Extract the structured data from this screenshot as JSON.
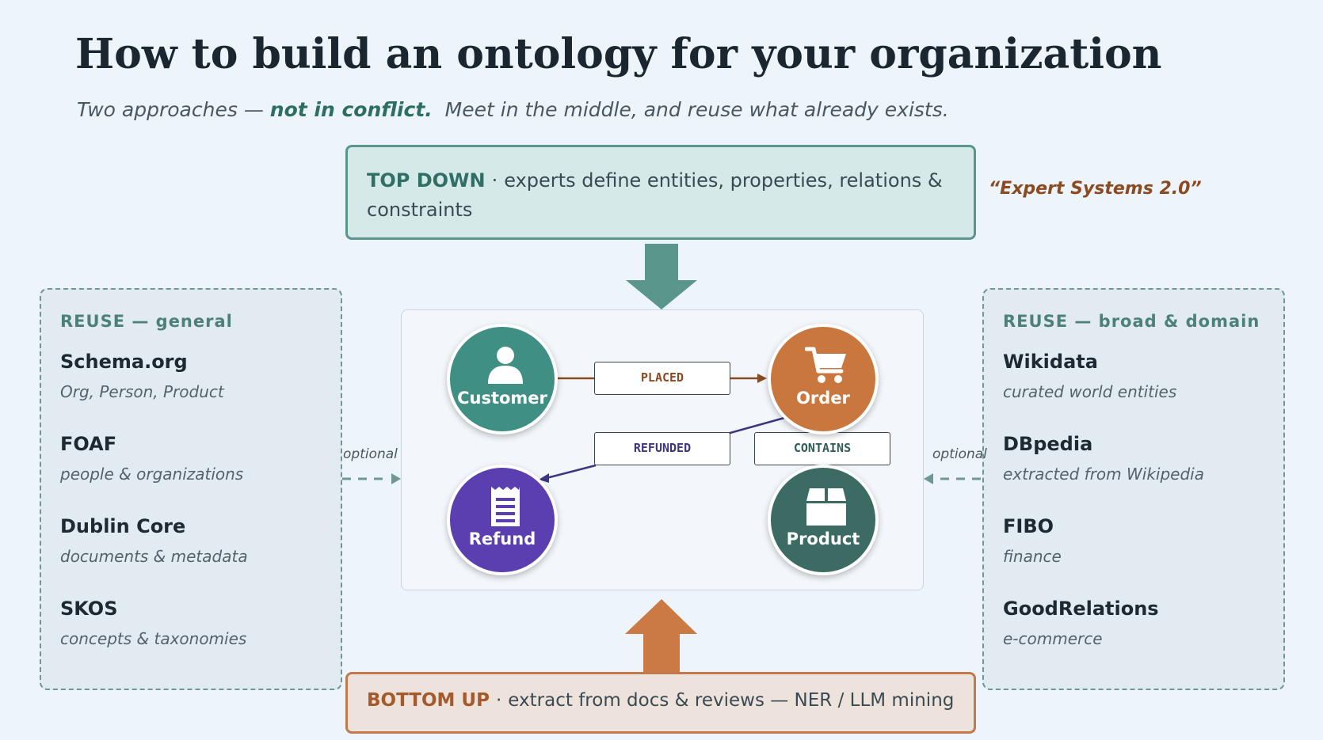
{
  "title": "How to build an ontology for your organization",
  "subtitle": {
    "part1": "Two approaches — ",
    "emphasis": "not in conflict.",
    "part2": "  Meet in the middle, and reuse what already exists."
  },
  "top_down": {
    "label": "TOP DOWN",
    "separator": "·",
    "text": "experts define entities, properties, relations & constraints",
    "quote": "“Expert Systems 2.0”"
  },
  "bottom_up": {
    "label": "BOTTOM UP",
    "separator": "·",
    "text": "extract from docs & reviews — NER / LLM mining"
  },
  "reuse_general": {
    "heading": "REUSE — general",
    "items": [
      {
        "name": "Schema.org",
        "desc": "Org, Person, Product"
      },
      {
        "name": "FOAF",
        "desc": "people & organizations"
      },
      {
        "name": "Dublin Core",
        "desc": "documents & metadata"
      },
      {
        "name": "SKOS",
        "desc": "concepts & taxonomies"
      }
    ]
  },
  "reuse_domain": {
    "heading": "REUSE — broad & domain",
    "items": [
      {
        "name": "Wikidata",
        "desc": "curated world entities"
      },
      {
        "name": "DBpedia",
        "desc": "extracted from Wikipedia"
      },
      {
        "name": "FIBO",
        "desc": "finance"
      },
      {
        "name": "GoodRelations",
        "desc": "e-commerce"
      }
    ]
  },
  "optional_left": "optional",
  "optional_right": "optional",
  "graph": {
    "nodes": {
      "customer": {
        "label": "Customer",
        "icon": "person-icon",
        "color": "#3f8f84"
      },
      "order": {
        "label": "Order",
        "icon": "cart-icon",
        "color": "#c9773e"
      },
      "refund": {
        "label": "Refund",
        "icon": "receipt-icon",
        "color": "#5b3fb0"
      },
      "product": {
        "label": "Product",
        "icon": "box-icon",
        "color": "#3b6b62"
      }
    },
    "relations": {
      "placed": {
        "label": "PLACED",
        "color": "#8a4a22"
      },
      "refunded": {
        "label": "REFUNDED",
        "color": "#3f3680"
      },
      "contains": {
        "label": "CONTAINS",
        "color": "#2f5e57"
      }
    }
  },
  "colors": {
    "top_down_arrow": "#5a968c",
    "bottom_up_arrow": "#cc7a44",
    "dashed_arrow": "#6d9992"
  }
}
